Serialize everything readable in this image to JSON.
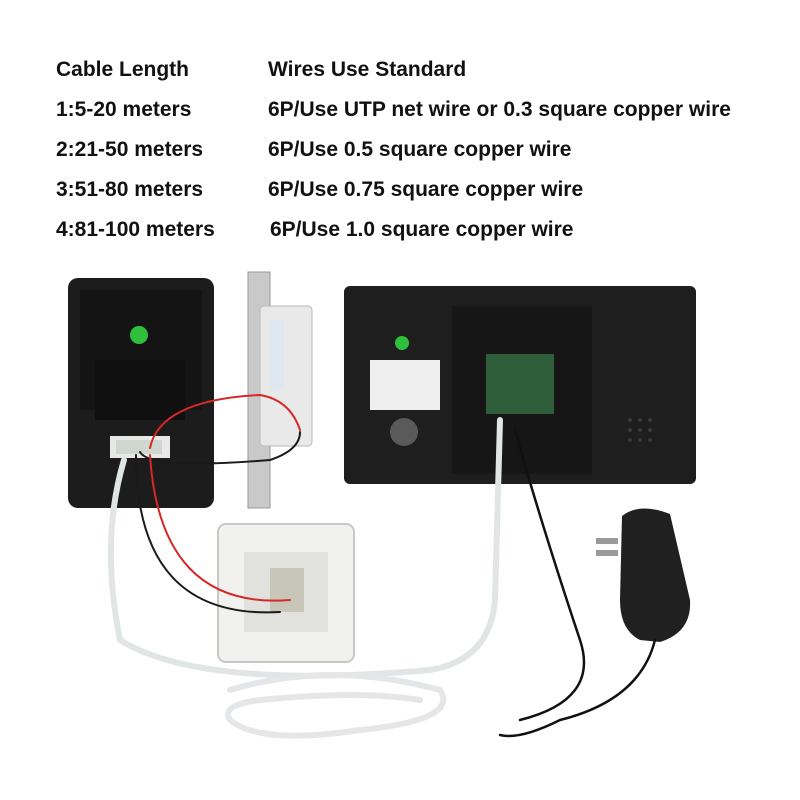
{
  "header": {
    "col1": "Cable Length",
    "col2": "Wires Use Standard"
  },
  "rows": [
    {
      "length": "1:5-20 meters",
      "standard": "6P/Use UTP net wire or 0.3 square copper wire"
    },
    {
      "length": "2:21-50 meters",
      "standard": "6P/Use 0.5 square copper wire"
    },
    {
      "length": "3:51-80 meters",
      "standard": "6P/Use 0.75 square copper wire"
    },
    {
      "length": "4:81-100 meters",
      "standard": "6P/Use 1.0 square copper wire"
    }
  ]
}
